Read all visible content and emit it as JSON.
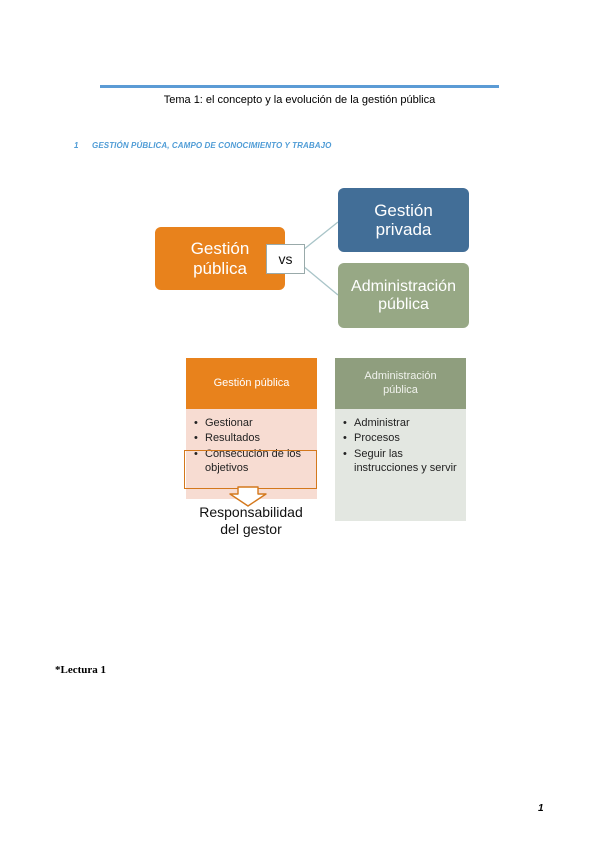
{
  "header": {
    "title": "Tema 1: el concepto y la evolución de la gestión pública"
  },
  "section": {
    "number": "1",
    "heading": "GESTIÓN PÚBLICA, CAMPO DE CONOCIMIENTO Y TRABAJO"
  },
  "diagram": {
    "left_box": {
      "line1": "Gestión",
      "line2": "pública"
    },
    "vs": "vs",
    "right_top": {
      "line1": "Gestión",
      "line2": "privada"
    },
    "right_bottom": {
      "line1": "Administración",
      "line2": "pública"
    },
    "colors": {
      "orange": "#e8821c",
      "blue": "#426e97",
      "green": "#97a885"
    }
  },
  "comparison": {
    "left": {
      "title": "Gestión pública",
      "items": [
        "Gestionar",
        "Resultados",
        "Consecución de los objetivos"
      ]
    },
    "right": {
      "title_line1": "Administración",
      "title_line2": "pública",
      "items": [
        "Administrar",
        "Procesos",
        "Seguir las instrucciones y servir"
      ]
    },
    "result": {
      "line1": "Responsabilidad",
      "line2": "del gestor"
    }
  },
  "footnote": "*Lectura 1",
  "page_number": "1"
}
